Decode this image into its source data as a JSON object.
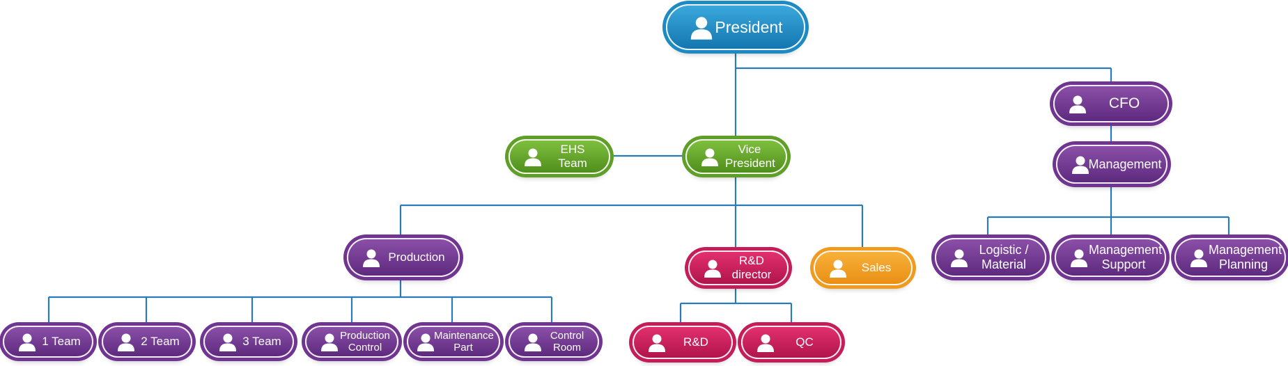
{
  "nodes": {
    "president": "President",
    "cfo": "CFO",
    "management": "Management",
    "ehs_team": "EHS Team",
    "vice_president": "Vice President",
    "production": "Production",
    "rd_director": "R&D director",
    "sales": "Sales",
    "logistic_material": "Logistic / Material",
    "management_support": "Management Support",
    "management_planning": "Management Planning",
    "team_1": "1 Team",
    "team_2": "2 Team",
    "team_3": "3 Team",
    "production_control": "Production Control",
    "maintenance_part": "Maintenance Part",
    "control_room": "Control Room",
    "rd": "R&D",
    "qc": "QC"
  },
  "colors": {
    "connector": "#2a7ab8",
    "purple": "#6f3590",
    "green": "#5f9f27",
    "blue": "#1e8ac4",
    "magenta": "#c41d5a",
    "orange": "#f09a20"
  },
  "icons": {
    "node_avatar": "person-icon"
  }
}
